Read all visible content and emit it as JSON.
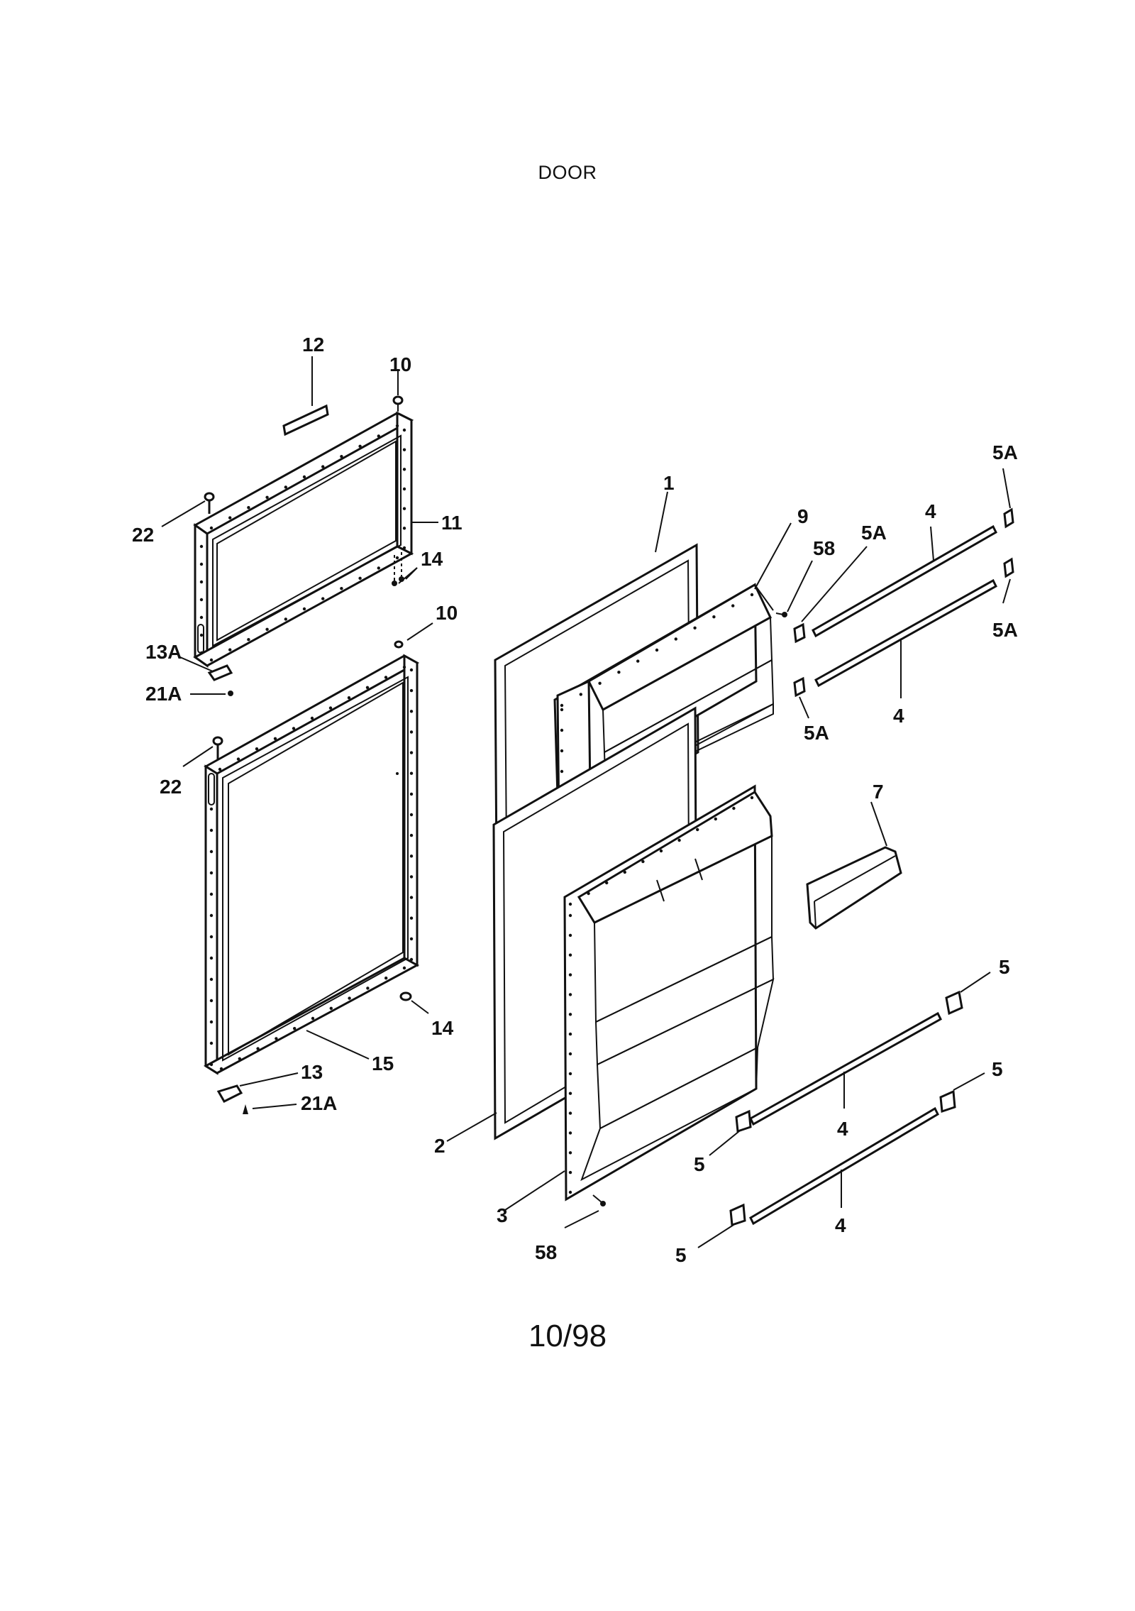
{
  "title": "DOOR",
  "footer": "10/98",
  "labels": {
    "p12": "12",
    "p10_top": "10",
    "p22_top": "22",
    "p11": "11",
    "p14_top": "14",
    "p10_mid": "10",
    "p13A": "13A",
    "p21A_top": "21A",
    "p22_mid": "22",
    "p14_bot": "14",
    "p15": "15",
    "p13": "13",
    "p21A_bot": "21A",
    "p1": "1",
    "p9": "9",
    "p58_top": "58",
    "p5A_a": "5A",
    "p4_a": "4",
    "p5A_b": "5A",
    "p5A_c": "5A",
    "p4_b": "4",
    "p5A_d": "5A",
    "p7": "7",
    "p5_a": "5",
    "p5_b": "5",
    "p4_c": "4",
    "p5_c": "5",
    "p2": "2",
    "p3": "3",
    "p58_bot": "58",
    "p4_d": "4",
    "p5_d": "5"
  }
}
